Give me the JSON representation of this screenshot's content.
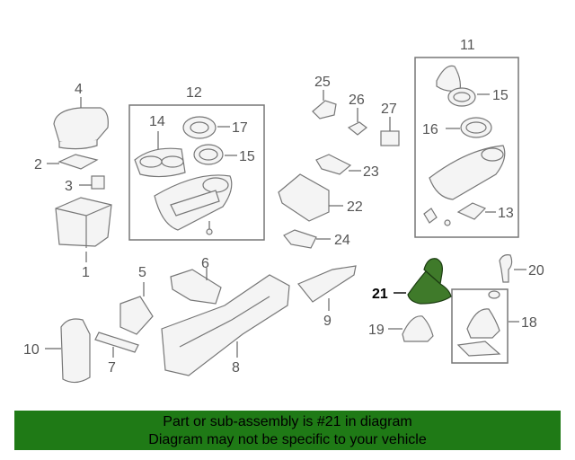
{
  "colors": {
    "banner_bg": "#1f7a16",
    "highlight_part": "#3f7a2a",
    "line": "#777777"
  },
  "callouts": {
    "c1": "1",
    "c2": "2",
    "c3": "3",
    "c4": "4",
    "c5": "5",
    "c6": "6",
    "c7": "7",
    "c8": "8",
    "c9": "9",
    "c10": "10",
    "c11": "11",
    "c12": "12",
    "c13": "13",
    "c14": "14",
    "c15a": "15",
    "c15b": "15",
    "c16": "16",
    "c17": "17",
    "c18": "18",
    "c19": "19",
    "c20": "20",
    "c21": "21",
    "c22": "22",
    "c23": "23",
    "c24": "24",
    "c25": "25",
    "c26": "26",
    "c27": "27"
  },
  "banner": {
    "line1": "Part or sub-assembly is #21 in diagram",
    "line2": "Diagram may not be specific to your vehicle"
  }
}
